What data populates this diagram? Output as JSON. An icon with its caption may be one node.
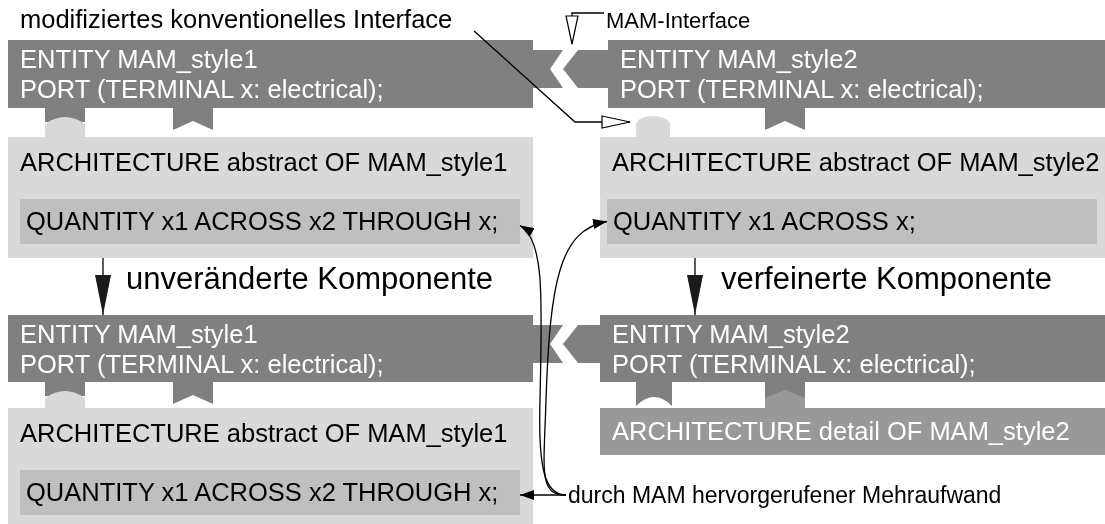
{
  "diagram": {
    "nodes": [
      {
        "text": [
          "modifiziertes konventionelles Interface"
        ]
      },
      {
        "text": [
          "MAM-Interface"
        ]
      },
      {
        "text": [
          "ENTITY MAM_style1",
          "PORT (TERMINAL x: electrical);"
        ]
      },
      {
        "text": [
          "ENTITY MAM_style2",
          "PORT (TERMINAL x: electrical);"
        ]
      },
      {
        "text": [
          "ARCHITECTURE abstract OF MAM_style1"
        ]
      },
      {
        "text": [
          "QUANTITY x1 ACROSS x2 THROUGH x;"
        ],
        "in": 4
      },
      {
        "text": [
          "ARCHITECTURE abstract OF MAM_style2"
        ]
      },
      {
        "text": [
          "QUANTITY x1 ACROSS x;"
        ],
        "in": 6
      },
      {
        "text": [
          "ENTITY MAM_style1",
          "PORT (TERMINAL x: electrical);"
        ]
      },
      {
        "text": [
          "ENTITY MAM_style2",
          "PORT (TERMINAL x: electrical);"
        ]
      },
      {
        "text": [
          "ARCHITECTURE abstract OF MAM_style1"
        ]
      },
      {
        "text": [
          "QUANTITY x1 ACROSS x2 THROUGH x;"
        ],
        "in": 10
      },
      {
        "text": [
          "ARCHITECTURE detail OF MAM_style2"
        ]
      },
      {
        "text": [
          "durch MAM hervorgerufener Mehraufwand"
        ]
      },
      {
        "text": [],
        "shape": "box"
      }
    ],
    "edges": [
      {
        "from": 0,
        "to": 14,
        "arrow": "to"
      },
      {
        "from": 1,
        "to": null,
        "arrow": "to"
      },
      {
        "from": 4,
        "to": 8,
        "arrow": "to",
        "label": "unveränderte Komponente"
      },
      {
        "from": 6,
        "to": 9,
        "arrow": "to",
        "label": "verfeinerte Komponente"
      },
      {
        "from": 13,
        "to": 11,
        "arrow": "to"
      },
      {
        "from": 13,
        "to": 5,
        "arrow": "to"
      },
      {
        "from": 13,
        "to": 7,
        "arrow": "to"
      }
    ]
  }
}
